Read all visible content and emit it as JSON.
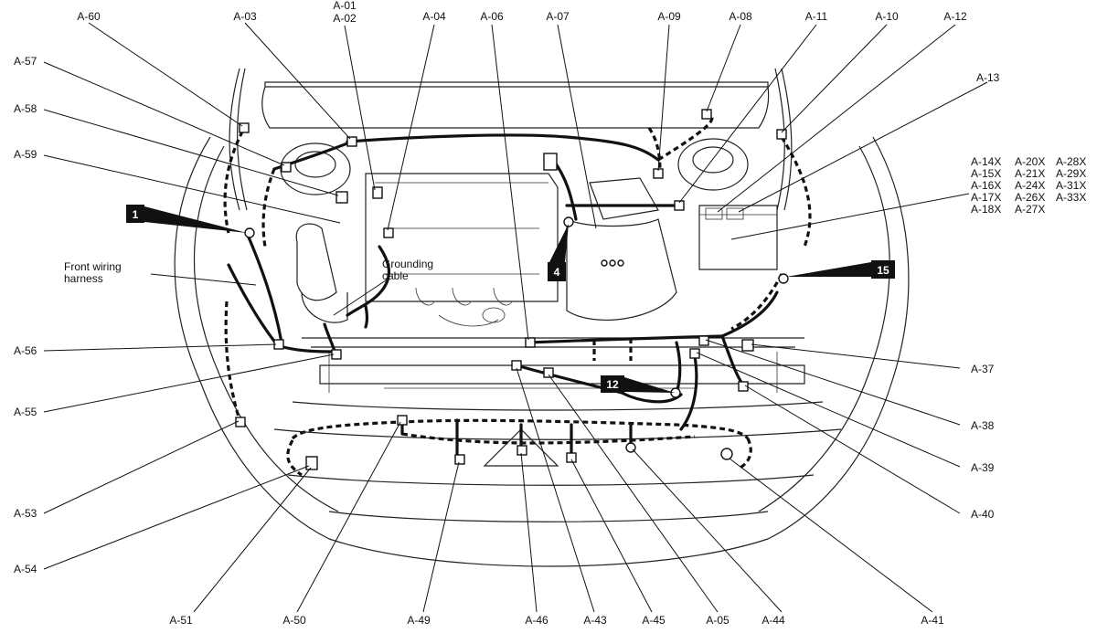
{
  "diagram": {
    "connectors_top": [
      "A-60",
      "A-03",
      "A-01",
      "A-02",
      "A-04",
      "A-06",
      "A-07",
      "A-09",
      "A-08",
      "A-11",
      "A-10",
      "A-12"
    ],
    "connectors_right": [
      "A-13",
      "A-37",
      "A-38",
      "A-39",
      "A-40"
    ],
    "connectors_left": [
      "A-57",
      "A-58",
      "A-59",
      "A-56",
      "A-55",
      "A-53",
      "A-54"
    ],
    "connectors_bottom": [
      "A-51",
      "A-50",
      "A-49",
      "A-46",
      "A-43",
      "A-45",
      "A-05",
      "A-44",
      "A-41"
    ],
    "relay_box_group": [
      "A-14X",
      "A-20X",
      "A-28X",
      "A-15X",
      "A-21X",
      "A-29X",
      "A-16X",
      "A-24X",
      "A-31X",
      "A-17X",
      "A-26X",
      "A-33X",
      "A-18X",
      "A-27X"
    ],
    "callouts": [
      "1",
      "4",
      "12",
      "15"
    ],
    "annotations": {
      "front_harness": [
        "Front wiring",
        "harness"
      ],
      "grounding_cable": [
        "Grounding",
        "cable"
      ]
    }
  }
}
